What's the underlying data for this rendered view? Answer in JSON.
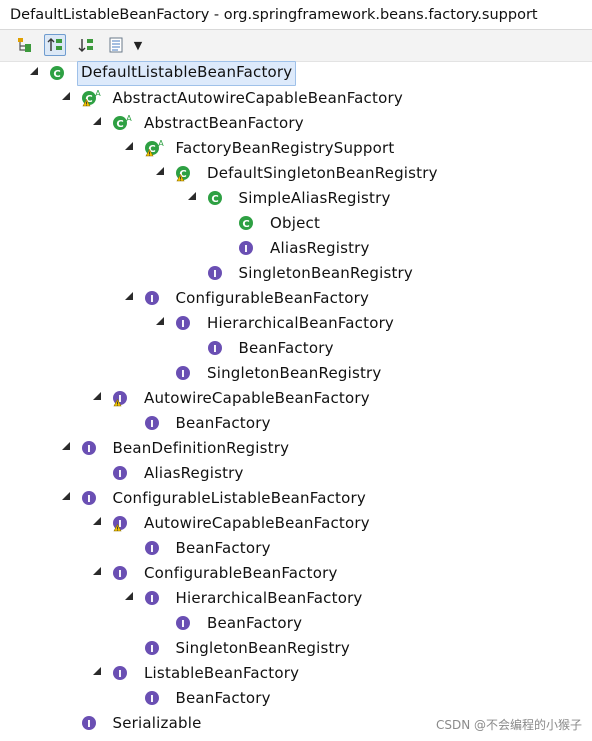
{
  "window": {
    "title": "DefaultListableBeanFactory - org.springframework.beans.factory.support"
  },
  "toolbar": {
    "buttons": [
      {
        "icon": "hierarchy-tree-icon",
        "active": false
      },
      {
        "icon": "supertype-hierarchy-icon",
        "active": true
      },
      {
        "icon": "subtype-hierarchy-icon",
        "active": false
      },
      {
        "icon": "history-list-icon",
        "active": false
      }
    ],
    "menu_arrow": "▼"
  },
  "tree": [
    {
      "depth": 0,
      "label": "DefaultListableBeanFactory",
      "icon": "class",
      "expanded": true,
      "selected": true
    },
    {
      "depth": 1,
      "label": "AbstractAutowireCapableBeanFactory",
      "icon": "abstract-class-warn",
      "expanded": true
    },
    {
      "depth": 2,
      "label": "AbstractBeanFactory",
      "icon": "abstract-class",
      "expanded": true
    },
    {
      "depth": 3,
      "label": "FactoryBeanRegistrySupport",
      "icon": "abstract-class-warn",
      "expanded": true
    },
    {
      "depth": 4,
      "label": "DefaultSingletonBeanRegistry",
      "icon": "class-warn",
      "expanded": true
    },
    {
      "depth": 5,
      "label": "SimpleAliasRegistry",
      "icon": "class",
      "expanded": true
    },
    {
      "depth": 6,
      "label": "Object",
      "icon": "class"
    },
    {
      "depth": 6,
      "label": "AliasRegistry",
      "icon": "interface"
    },
    {
      "depth": 5,
      "label": "SingletonBeanRegistry",
      "icon": "interface"
    },
    {
      "depth": 3,
      "label": "ConfigurableBeanFactory",
      "icon": "interface",
      "expanded": true
    },
    {
      "depth": 4,
      "label": "HierarchicalBeanFactory",
      "icon": "interface",
      "expanded": true
    },
    {
      "depth": 5,
      "label": "BeanFactory",
      "icon": "interface"
    },
    {
      "depth": 4,
      "label": "SingletonBeanRegistry",
      "icon": "interface"
    },
    {
      "depth": 2,
      "label": "AutowireCapableBeanFactory",
      "icon": "interface-warn",
      "expanded": true
    },
    {
      "depth": 3,
      "label": "BeanFactory",
      "icon": "interface"
    },
    {
      "depth": 1,
      "label": "BeanDefinitionRegistry",
      "icon": "interface",
      "expanded": true
    },
    {
      "depth": 2,
      "label": "AliasRegistry",
      "icon": "interface"
    },
    {
      "depth": 1,
      "label": "ConfigurableListableBeanFactory",
      "icon": "interface",
      "expanded": true
    },
    {
      "depth": 2,
      "label": "AutowireCapableBeanFactory",
      "icon": "interface-warn",
      "expanded": true
    },
    {
      "depth": 3,
      "label": "BeanFactory",
      "icon": "interface"
    },
    {
      "depth": 2,
      "label": "ConfigurableBeanFactory",
      "icon": "interface",
      "expanded": true
    },
    {
      "depth": 3,
      "label": "HierarchicalBeanFactory",
      "icon": "interface",
      "expanded": true
    },
    {
      "depth": 4,
      "label": "BeanFactory",
      "icon": "interface"
    },
    {
      "depth": 3,
      "label": "SingletonBeanRegistry",
      "icon": "interface"
    },
    {
      "depth": 2,
      "label": "ListableBeanFactory",
      "icon": "interface",
      "expanded": true
    },
    {
      "depth": 3,
      "label": "BeanFactory",
      "icon": "interface"
    },
    {
      "depth": 1,
      "label": "Serializable",
      "icon": "interface"
    }
  ],
  "watermark": "CSDN @不会编程的小猴子",
  "colors": {
    "class_green": "#2ea043",
    "interface_purple": "#6a4fb3",
    "warning_yellow": "#f2c300",
    "selection_bg": "#ddeafb"
  }
}
